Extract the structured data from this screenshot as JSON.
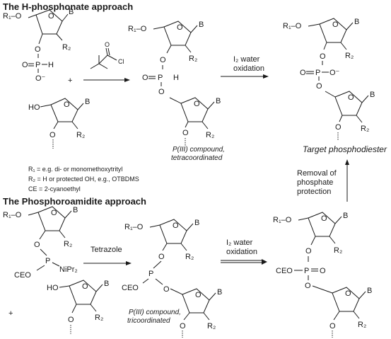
{
  "headings": {
    "h_phosphonate": "The H-phosphonate approach",
    "phosphoramidite": "The Phosphoroamidite approach"
  },
  "atoms": {
    "r1o": "R₁–O",
    "r2": "R₂",
    "b": "B",
    "o": "O",
    "p": "P",
    "h": "H",
    "o_minus": "O⁻",
    "ho": "HO",
    "ceo": "CEO",
    "nipr2": "NiPr₂",
    "cl": "Cl",
    "plus": "+"
  },
  "legend": {
    "line1": "R₁ = e.g. di- or  monomethoxytrityl",
    "line2": "R₂  = H or protected OH, e.g., OTBDMS",
    "line3": "CE = 2-cyanoethyl"
  },
  "captions": {
    "piii_tetra_1": "P(III) compound,",
    "piii_tetra_2": "tetracoordinated",
    "piii_tri_1": "P(III) compound,",
    "piii_tri_2": "tricoordinated",
    "target": "Target phosphodiester"
  },
  "arrows": {
    "i2_water_1": "I₂ water",
    "i2_water_2": "oxidation",
    "tetrazole": "Tetrazole",
    "removal_1": "Removal of",
    "removal_2": "phosphate",
    "removal_3": "protection"
  }
}
